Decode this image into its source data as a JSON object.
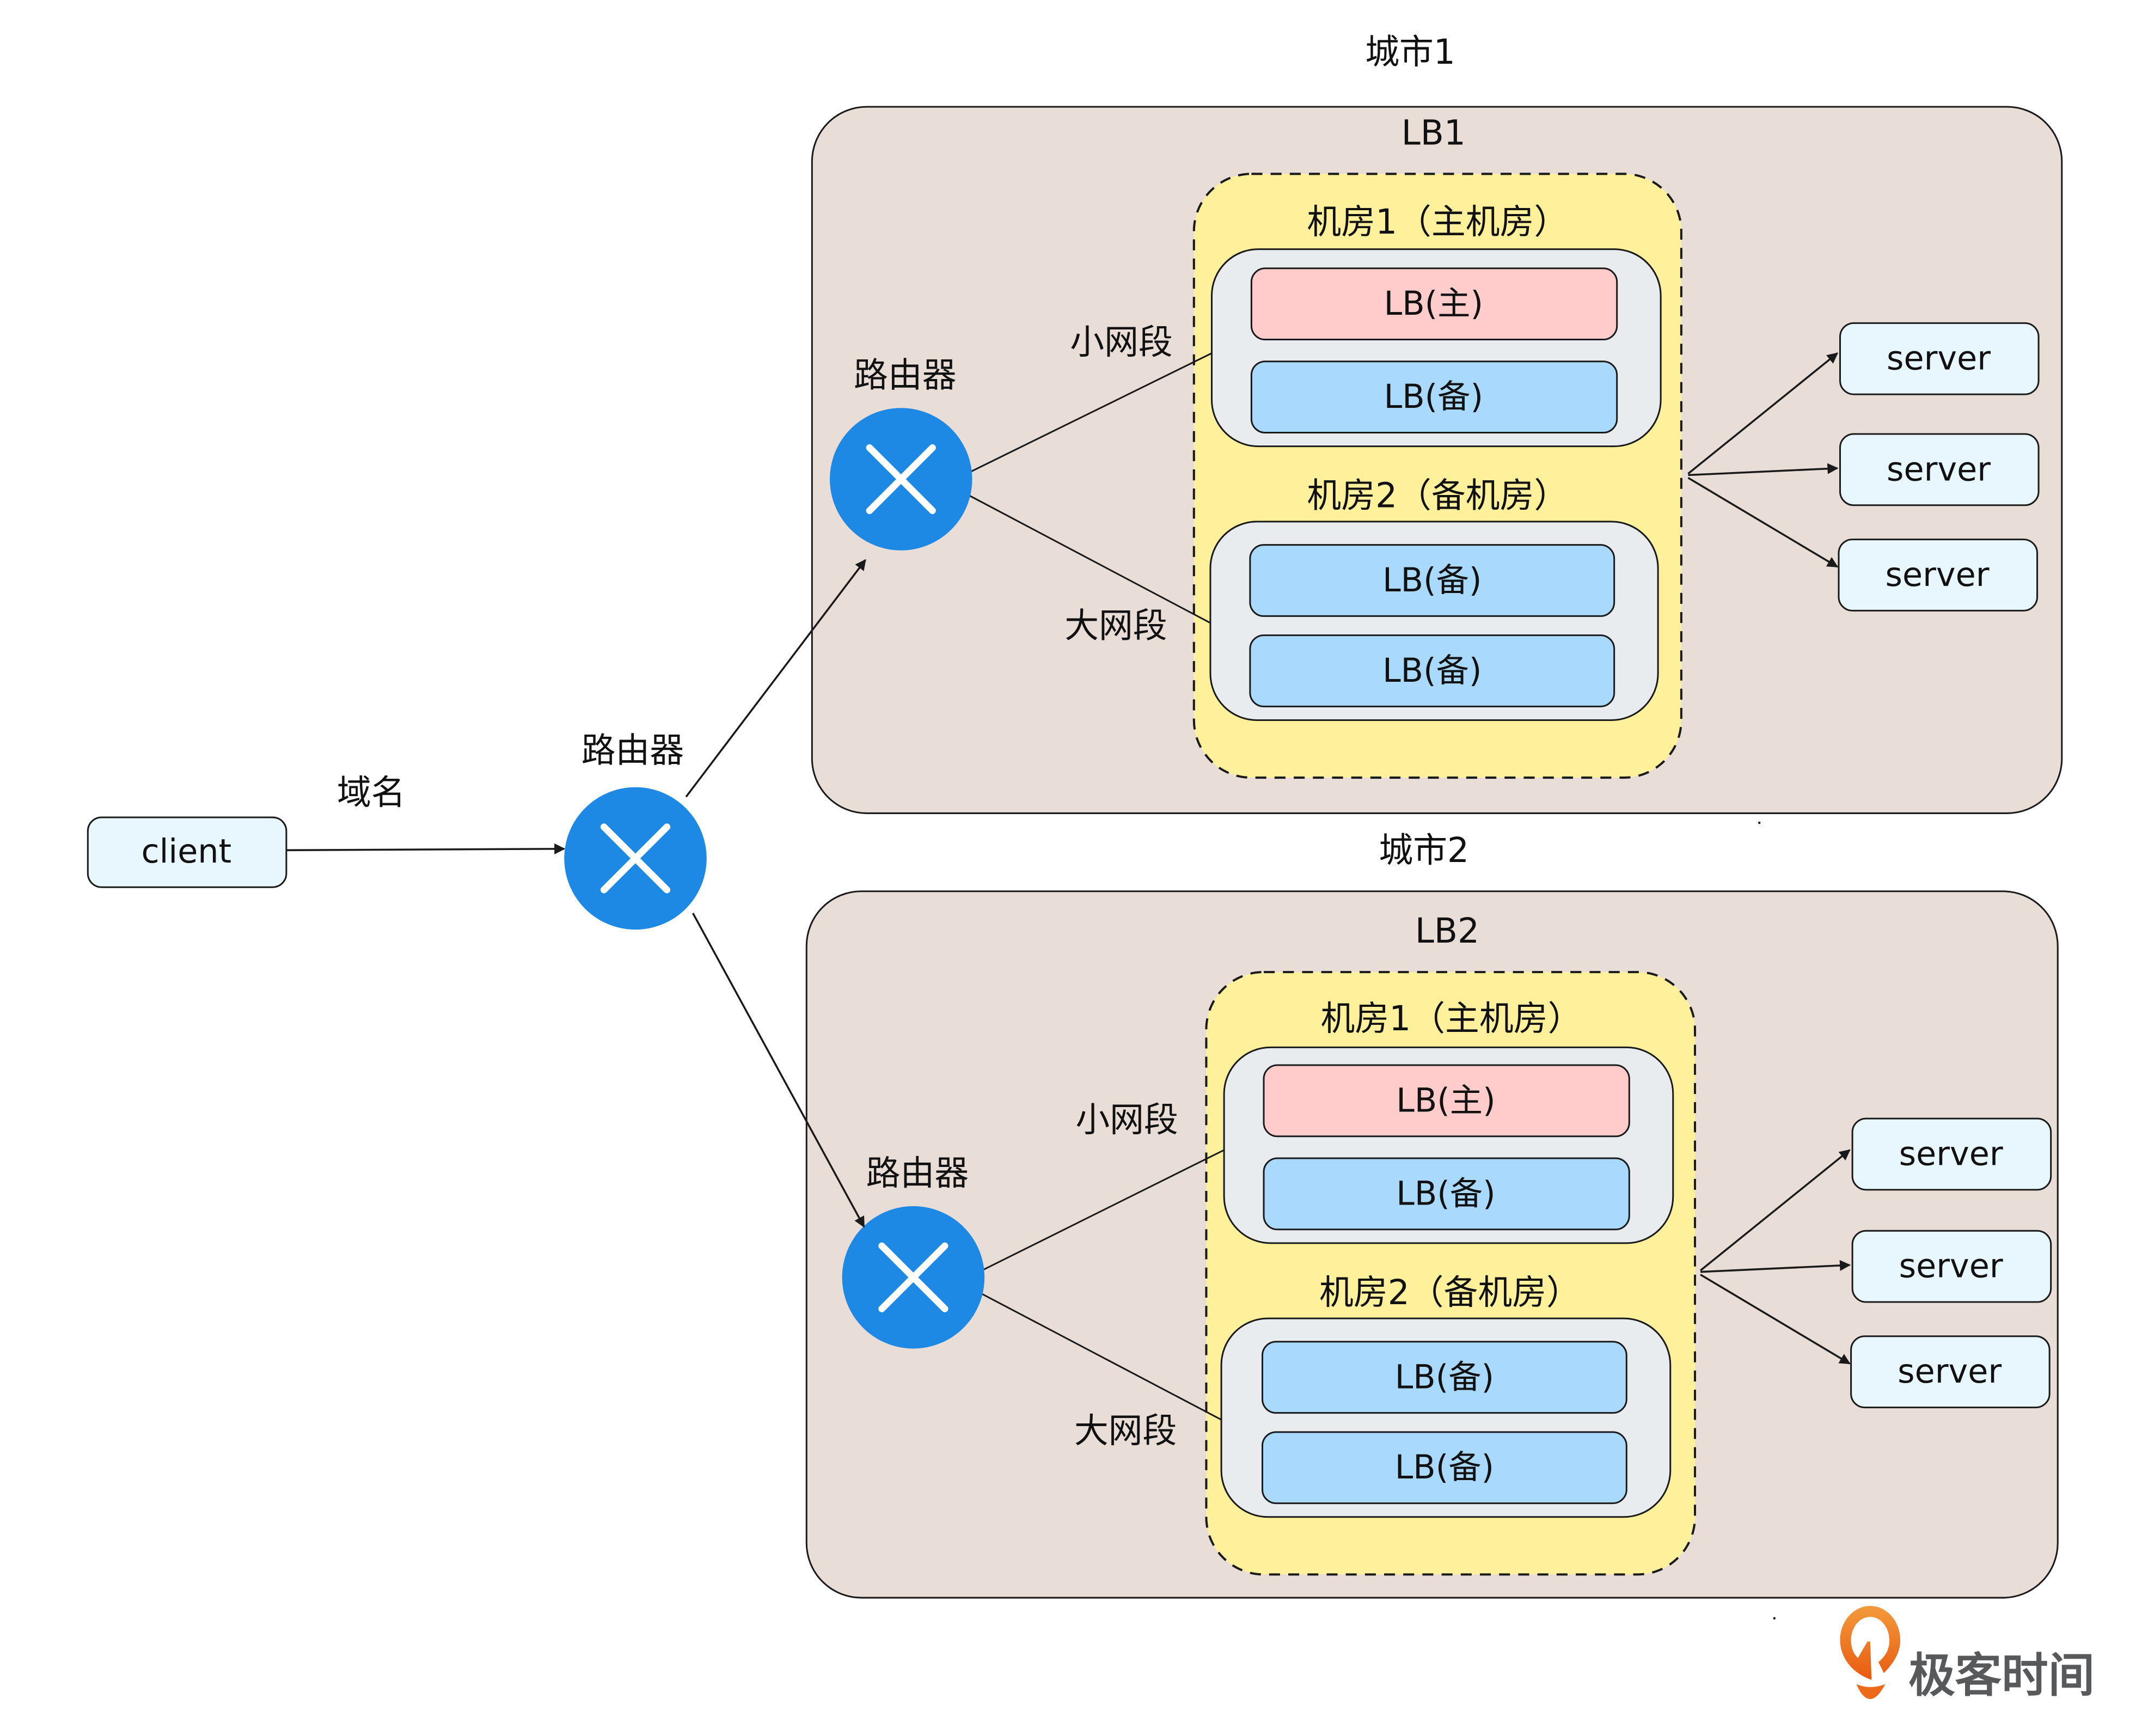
{
  "colors": {
    "city_bg": "#e9ddd8",
    "datacenter_group_bg": "#fff09c",
    "room_bg": "#e8ecef",
    "lb_primary": "#ffcbcb",
    "lb_backup": "#a9dafd",
    "node_bg": "#e8f6fe",
    "router": "#1e88e5",
    "logo_orange": "#ee6a1b",
    "logo_text": "#58595b"
  },
  "client": {
    "label": "client"
  },
  "client_edge_label": "域名",
  "main_router": {
    "label": "路由器"
  },
  "cities": [
    {
      "title": "城市1",
      "lb_label": "LB1",
      "router_label": "路由器",
      "small_segment_label": "小网段",
      "large_segment_label": "大网段",
      "rooms": [
        {
          "title": "机房1（主机房）",
          "lbs": [
            {
              "label": "LB(主)",
              "role": "primary"
            },
            {
              "label": "LB(备)",
              "role": "backup"
            }
          ]
        },
        {
          "title": "机房2（备机房）",
          "lbs": [
            {
              "label": "LB(备)",
              "role": "backup"
            },
            {
              "label": "LB(备)",
              "role": "backup"
            }
          ]
        }
      ],
      "servers": [
        {
          "label": "server"
        },
        {
          "label": "server"
        },
        {
          "label": "server"
        }
      ]
    },
    {
      "title": "城市2",
      "lb_label": "LB2",
      "router_label": "路由器",
      "small_segment_label": "小网段",
      "large_segment_label": "大网段",
      "rooms": [
        {
          "title": "机房1（主机房）",
          "lbs": [
            {
              "label": "LB(主)",
              "role": "primary"
            },
            {
              "label": "LB(备)",
              "role": "backup"
            }
          ]
        },
        {
          "title": "机房2（备机房）",
          "lbs": [
            {
              "label": "LB(备)",
              "role": "backup"
            },
            {
              "label": "LB(备)",
              "role": "backup"
            }
          ]
        }
      ],
      "servers": [
        {
          "label": "server"
        },
        {
          "label": "server"
        },
        {
          "label": "server"
        }
      ]
    }
  ],
  "logo": {
    "text": "极客时间",
    "icon": "geektime-logo-icon"
  }
}
